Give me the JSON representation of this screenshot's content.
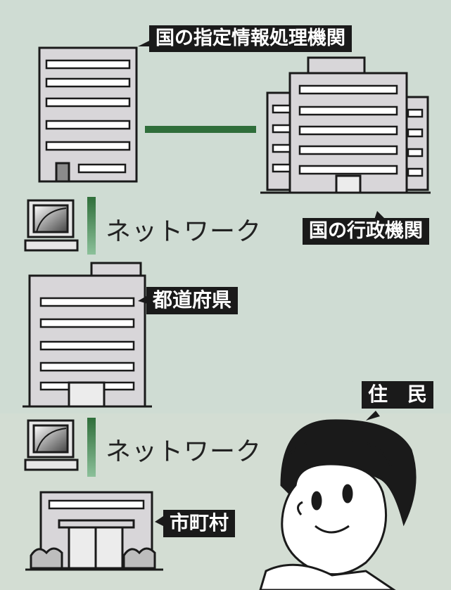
{
  "nodes": {
    "national_processing_agency": "国の指定情報処理機関",
    "national_government": "国の行政機関",
    "prefecture": "都道府県",
    "municipality": "市町村",
    "resident": "住　民"
  },
  "networks": {
    "upper": "ネットワーク",
    "lower": "ネットワーク"
  },
  "colors": {
    "background": "#cfdcd3",
    "link_green": "#2f6e3a",
    "label_bg": "#1a1a1a",
    "building_fill": "#d8d6d9"
  }
}
